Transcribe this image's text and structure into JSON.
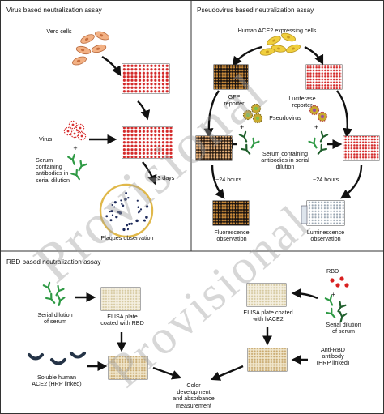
{
  "panels": {
    "virus": {
      "title": "Virus based neutralization assay",
      "vero_cells": "Vero cells",
      "virus": "Virus",
      "serum": "Serum\ncontaining\nantibodies in\nserial dilution",
      "days": "~3 days",
      "plaques": "Plaques observation"
    },
    "pseudovirus": {
      "title": "Pseudovirus based neutralization assay",
      "ace2_cells": "Human ACE2 expressing cells",
      "gfp": "GFP\nreporter",
      "luciferase": "Luciferase\nreporter",
      "pseudovirus": "Pseudovirus",
      "serum": "Serum containing\nantibodies in serial\ndilution",
      "hours_left": "~24 hours",
      "hours_right": "~24 hours",
      "fluorescence": "Fluorescence\nobservation",
      "luminescence": "Luminescence\nobservation"
    },
    "rbd": {
      "title": "RBD based neutralization assay",
      "serial_dilution": "Serial dilution\nof serum",
      "elisa_rbd": "ELISA plate\ncoated with RBD",
      "soluble_ace2": "Soluble human\nACE2 (HRP linked)",
      "color_dev": "Color\ndevelopment\nand absorbance\nmeasurement",
      "rbd": "RBD",
      "elisa_hace2": "ELISA plate coated\nwith hACE2",
      "serial_dilution_right": "Serial dilution\nof serum",
      "anti_rbd": "Anti-RBD\nantibody\n(HRP linked)"
    }
  },
  "watermark": {
    "top": "Provisional",
    "bottom": "Provisional"
  },
  "colors": {
    "plate_red": "#d42a2a",
    "plate_amber": "#b45f1a",
    "plate_tan": "#ddd5b8",
    "cell_orange": "#f3b184",
    "pseudovirus_yellow": "#f0cf3e",
    "antibody_green": "#2f9a45",
    "rbd_red": "#d81f1f",
    "ace2_navy": "#253447"
  }
}
